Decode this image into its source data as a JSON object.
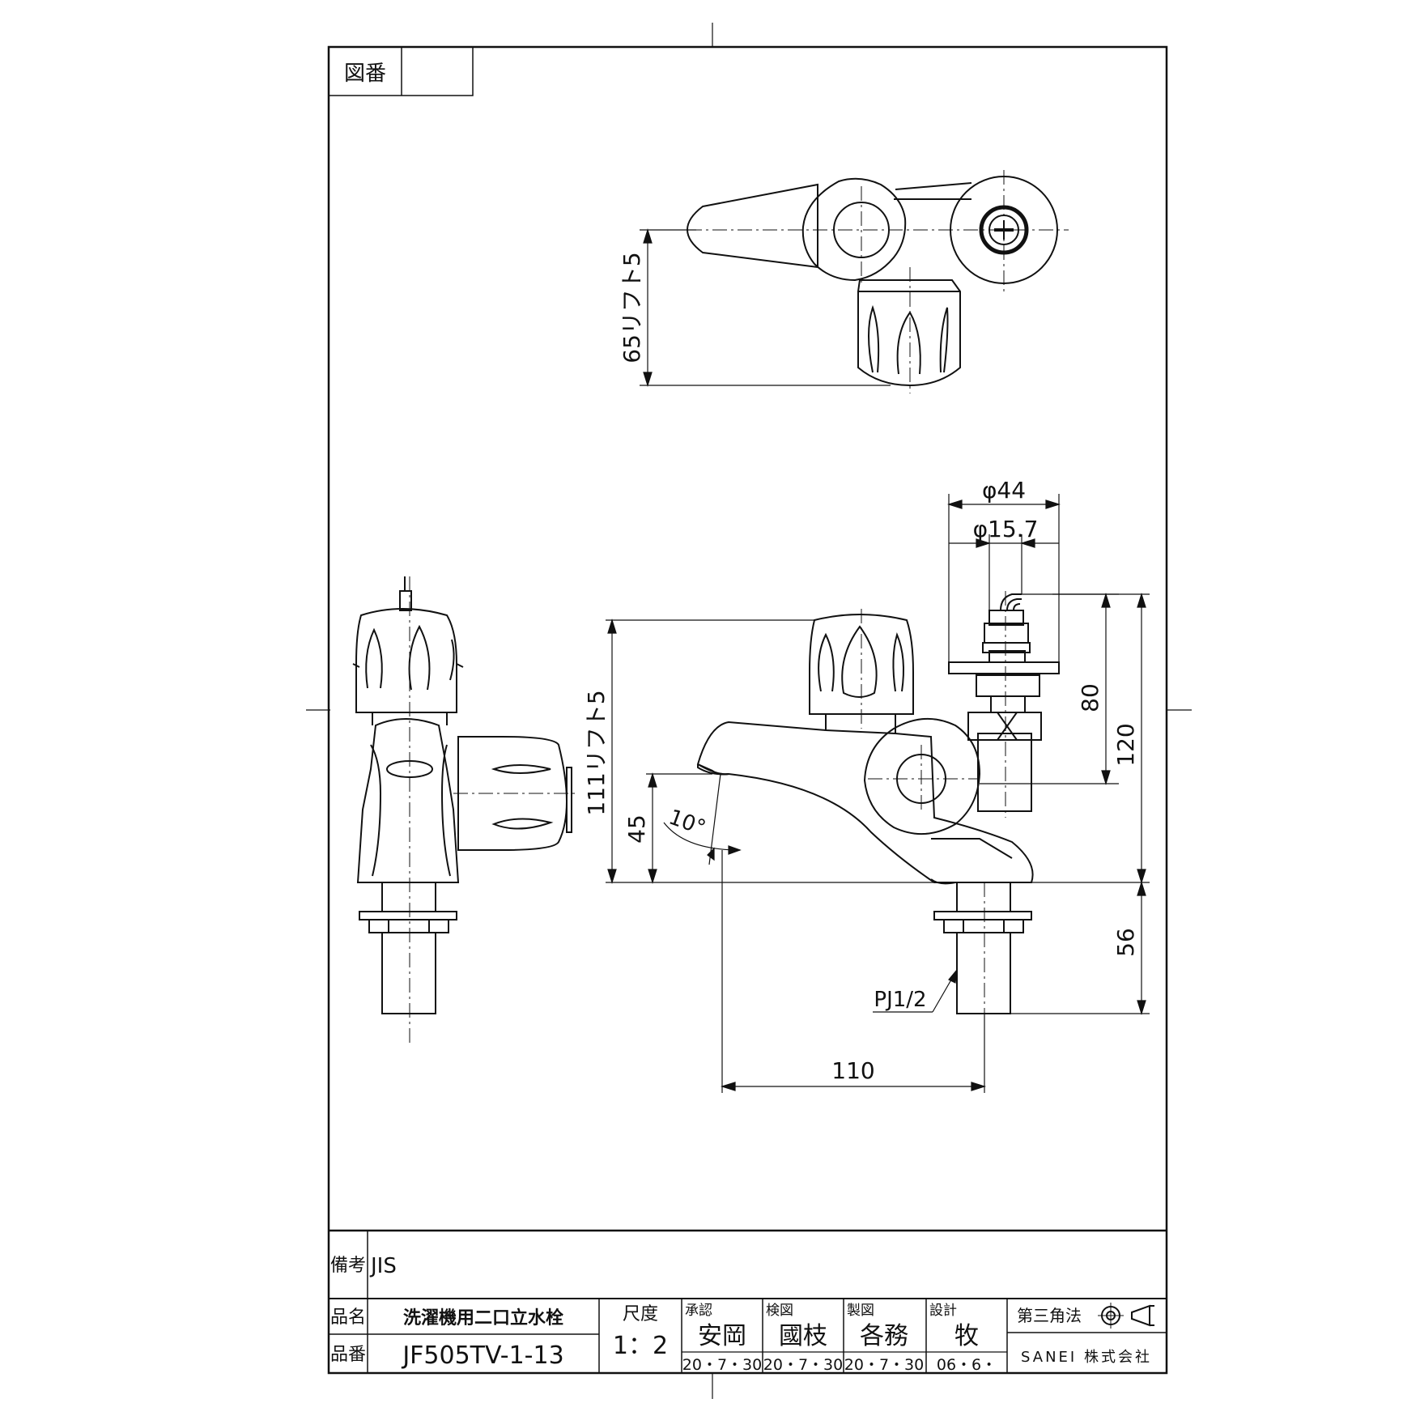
{
  "drawing_number": {
    "label": "図番",
    "value": ""
  },
  "dimensions": {
    "top_height": "65リフト5",
    "diameter_outer": "φ44",
    "diameter_inner": "φ15.7",
    "total_height": "111リフト5",
    "spout_height": "45",
    "spout_angle": "10°",
    "upper_80": "80",
    "upper_120": "120",
    "bottom_56": "56",
    "thread": "PJ1/2",
    "reach_110": "110"
  },
  "title_block": {
    "remarks_label": "備考",
    "remarks_value": "JIS",
    "product_name_label": "品名",
    "product_name": "洗濯機用二口立水栓",
    "product_code_label": "品番",
    "product_code": "JF505TV-1-13",
    "scale_label": "尺度",
    "scale_value": "1：2",
    "approved_label": "承認",
    "approved_name": "安岡",
    "approved_date": "20・7・30",
    "checked_label": "検図",
    "checked_name": "國枝",
    "checked_date": "20・7・30",
    "drawn_label": "製図",
    "drawn_name": "各務",
    "drawn_date": "20・7・30",
    "design_label": "設計",
    "design_name": "牧",
    "design_date": "06・6・",
    "projection": "第三角法",
    "company": "SANEI 株式会社"
  }
}
